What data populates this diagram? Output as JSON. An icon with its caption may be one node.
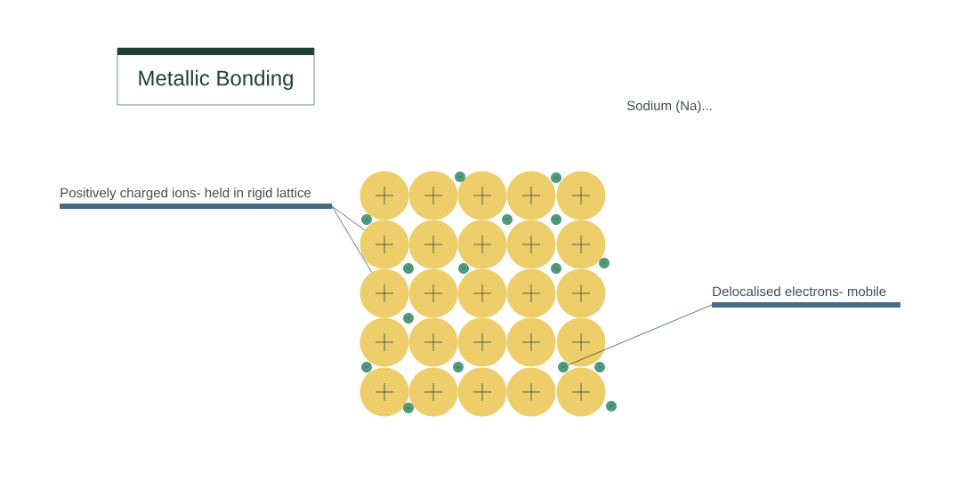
{
  "diagram": {
    "title": "Metallic Bonding",
    "nodes": [
      {
        "text": [
          "Positively charged ions- held in rigid lattice"
        ]
      },
      {
        "text": [],
        "shape": "circle"
      },
      {
        "text": [],
        "shape": "circle"
      },
      {
        "text": [
          "Delocalised electrons- mobile"
        ]
      },
      {
        "text": [],
        "shape": "circle"
      }
    ],
    "edges": [
      {
        "from": 0,
        "to": 1,
        "arrow": "none"
      },
      {
        "from": 0,
        "to": 2,
        "arrow": "none"
      },
      {
        "from": 3,
        "to": 4,
        "arrow": "none"
      }
    ],
    "labels": [
      "Sodium (Na)..."
    ]
  }
}
